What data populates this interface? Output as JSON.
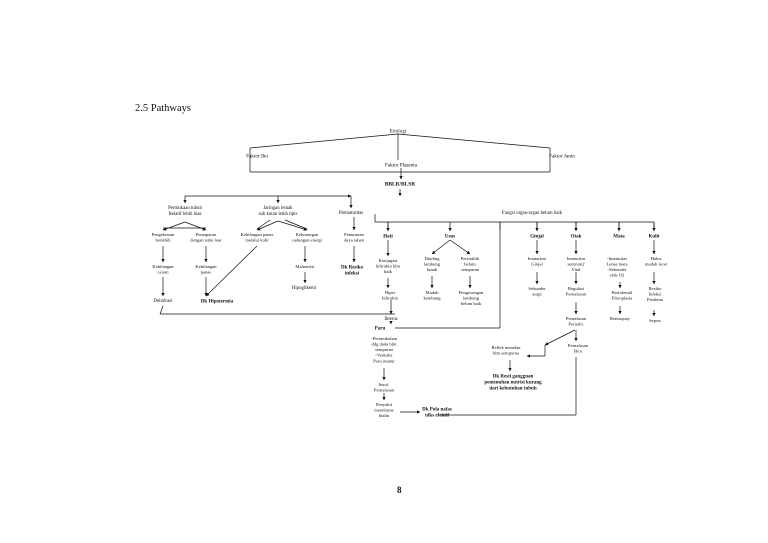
{
  "heading": "2.5 Pathways",
  "page_number": "8",
  "nodes": {
    "etiologi": [
      "Etiologi"
    ],
    "faktor_ibu": [
      "Faktor Ibu"
    ],
    "faktor_janin": [
      "Faktor Janin"
    ],
    "faktor_plasenta": [
      "Faktor Plasenta"
    ],
    "bblr": [
      "BBLR/BLSR"
    ],
    "permukaan_tubuh": [
      "Permukaan tubuh",
      "Relatif lebih luas"
    ],
    "jaringan_lemak": [
      "Jaringan lemak",
      "sub kutan lebih tipis"
    ],
    "prematuritas": [
      "Prematuritas"
    ],
    "fungsi_organ": [
      "Fungsi organ-organ belum baik"
    ],
    "pengeluaran": [
      "Pengeluaran",
      "berlebih"
    ],
    "pemaparan": [
      "Pemaparan",
      "dengan suhu luar"
    ],
    "kehilangan_panas_kulit": [
      "Kehilangan panas",
      "melalui kulit"
    ],
    "kekurangan_energi": [
      "Kekurangan",
      "cadangan energi"
    ],
    "penurunan_daya_tahan": [
      "Penurunan",
      "daya tahan"
    ],
    "kehilangan_cairan": [
      "Kehilangan",
      "cairan"
    ],
    "kehilangan_panas": [
      "Kehilangan",
      "panas"
    ],
    "malnutrisi": [
      "Malnutrisi"
    ],
    "dk_resiko_infeksi": [
      "Dk Resiko",
      "infeksi"
    ],
    "dehidrasi": [
      "Dehidrasi"
    ],
    "dk_hipotermia": [
      "Dk Hipotermia"
    ],
    "hipoglikemi": [
      "Hipoglikemi"
    ],
    "hati": [
      "Hati"
    ],
    "usus": [
      "Usus"
    ],
    "ginjal": [
      "Ginjal"
    ],
    "otak": [
      "Otak"
    ],
    "mata": [
      "Mata"
    ],
    "kulit": [
      "Kulit"
    ],
    "konjugasi": [
      "Konjugasi",
      "bilirubin blm",
      "baik"
    ],
    "dinding_lambung": [
      "Dinding",
      "lambung",
      "lunak"
    ],
    "peristaltik": [
      "Peristaltik",
      "belum",
      "sempurna"
    ],
    "imaturitas_ginjal": [
      "Imaturitas",
      "Ginjal"
    ],
    "imaturitas_sentrum": [
      "Imaturitas",
      "sentrum2",
      "Vital"
    ],
    "imaturitas_mata": [
      "-Imaturitas",
      "Lensa mata",
      "-Sekonder",
      "efek O2"
    ],
    "halus_kulit": [
      "Halus",
      "mudah lecet"
    ],
    "hiper_bilirubin": [
      "Hiper",
      "bilirubin"
    ],
    "mudah_kembung": [
      "Mudah",
      "kembung"
    ],
    "pengosongan_lambung": [
      "Pengosongan",
      "lambung",
      "belum baik"
    ],
    "sekunder_asupan": [
      "Sekunder",
      "asapi"
    ],
    "regulasi_pernafasan": [
      "Regulasi",
      "Pernafasan"
    ],
    "retrolental": [
      "Retrolental",
      "Fibroplasia"
    ],
    "resiko_infeksi_kulit": [
      "Resiko",
      "Infeksi",
      "Piodema"
    ],
    "retinopaty": [
      "Retinopaty"
    ],
    "sepsis": [
      "Sepsis"
    ],
    "pernafasan_periodic": [
      "Pernafasan",
      "Periodic"
    ],
    "ikterus": [
      "Ikterus"
    ],
    "paru": [
      "Paru"
    ],
    "paru_detail": [
      "-Pertumbuhan",
      "ddg dada blm",
      "sempurna",
      "-Vaskuler",
      "Paru imatur"
    ],
    "refleks_menelan": [
      "Reflek menelan",
      "blm sempurna"
    ],
    "pernafasan_biot": [
      "Pernafasan",
      "Biot"
    ],
    "dk_resti_nutrisi": [
      "Dk Resti gangguan",
      "pemenuhan nutrisi kurang",
      "dari kebutuhan tubuh"
    ],
    "insuf_pernafasan": [
      "Insuf.",
      "Pernafasan"
    ],
    "penyakit_membrane": [
      "Penyakit",
      "membrane",
      "hialin"
    ],
    "dk_pola_nafas": [
      "Dk Pola nafas",
      "tdks efektif"
    ]
  }
}
